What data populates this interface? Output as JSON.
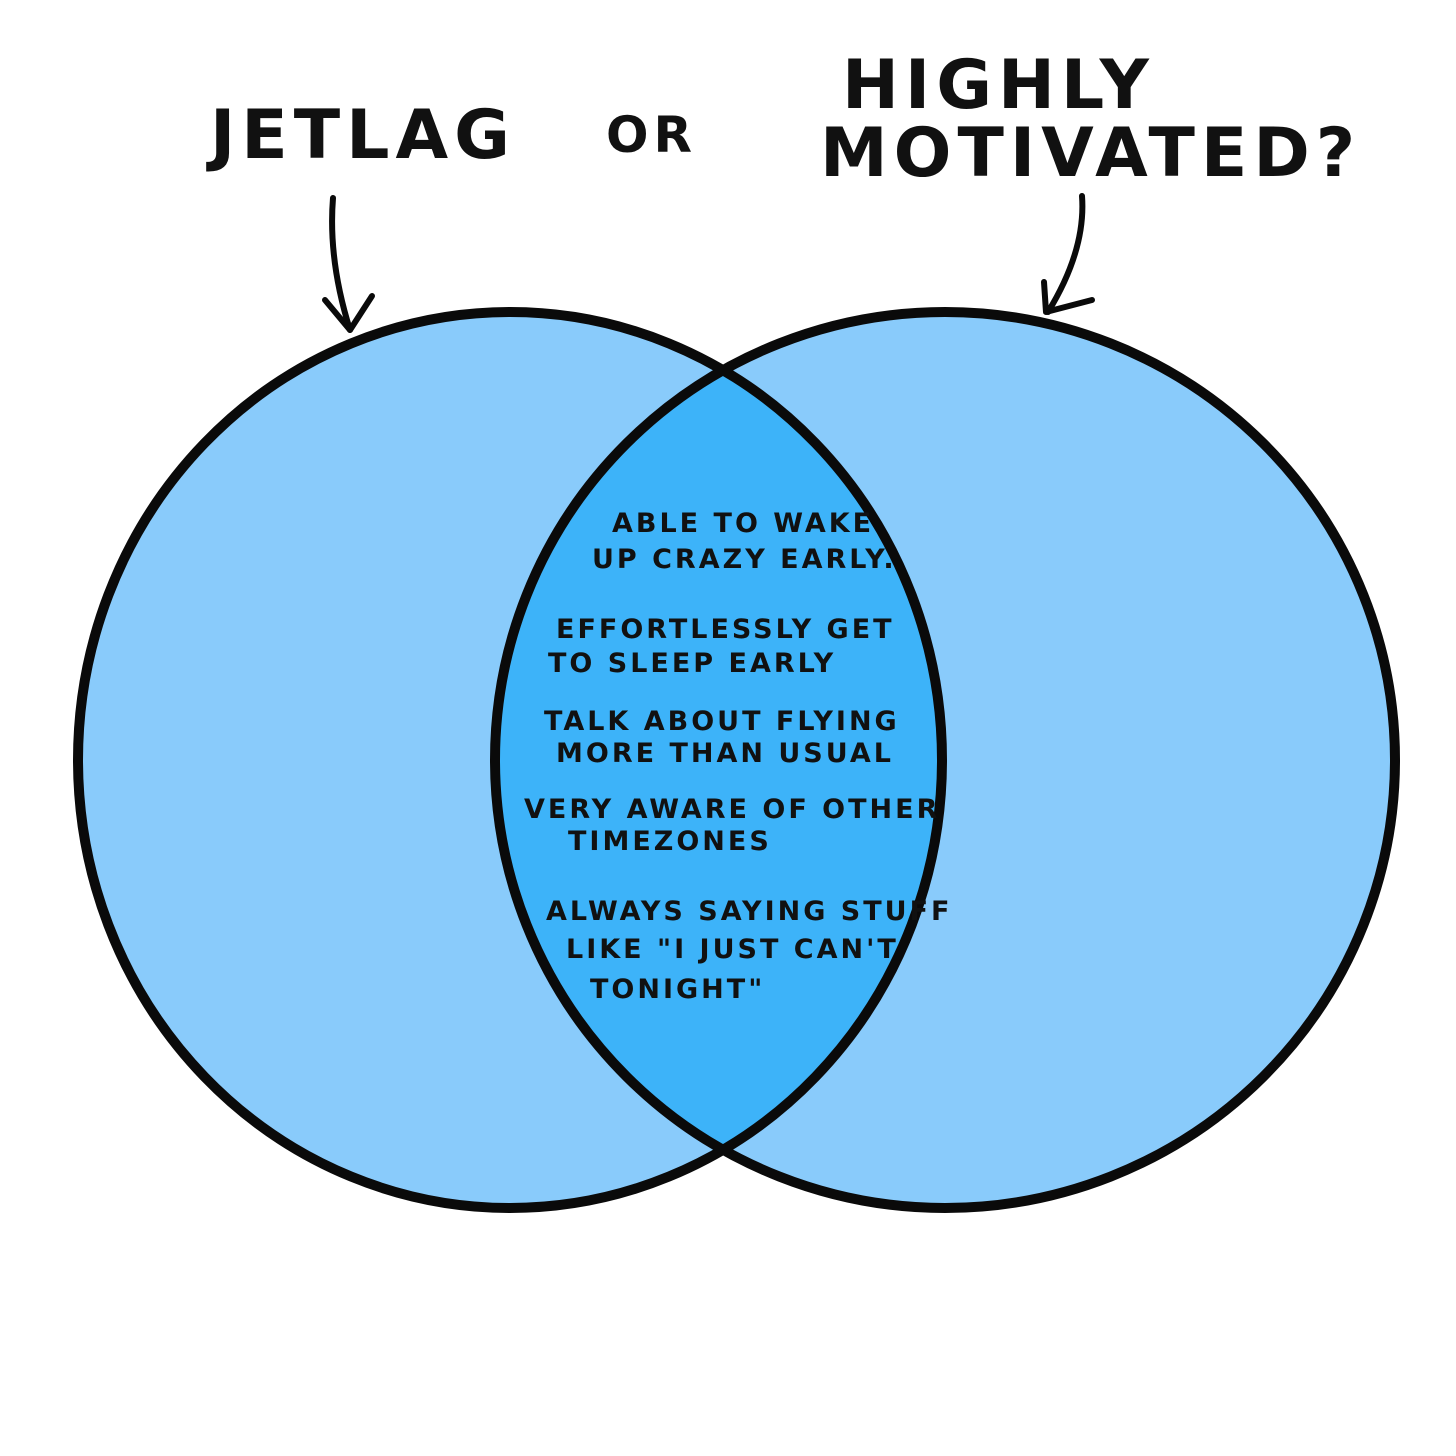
{
  "labels": {
    "left": "JETLAG",
    "connector": "OR",
    "right_line1": "HIGHLY",
    "right_line2": "MOTIVATED?"
  },
  "overlap_items": [
    {
      "line1": "ABLE TO WAKE",
      "line2": "UP CRAZY EARLY."
    },
    {
      "line1": "EFFORTLESSLY GET",
      "line2": "TO SLEEP EARLY"
    },
    {
      "line1": "TALK ABOUT FLYING",
      "line2": "MORE THAN USUAL"
    },
    {
      "line1": "VERY AWARE OF OTHER",
      "line2": "TIMEZONES"
    },
    {
      "line1": "ALWAYS SAYING STUFF",
      "line2": "LIKE \"I JUST CAN'T",
      "line3": "TONIGHT\""
    }
  ],
  "colors": {
    "circle_fill": "#89CBFB",
    "overlap_fill": "#3DB3F9",
    "outline": "#0a0a0a",
    "background": "#ffffff"
  }
}
